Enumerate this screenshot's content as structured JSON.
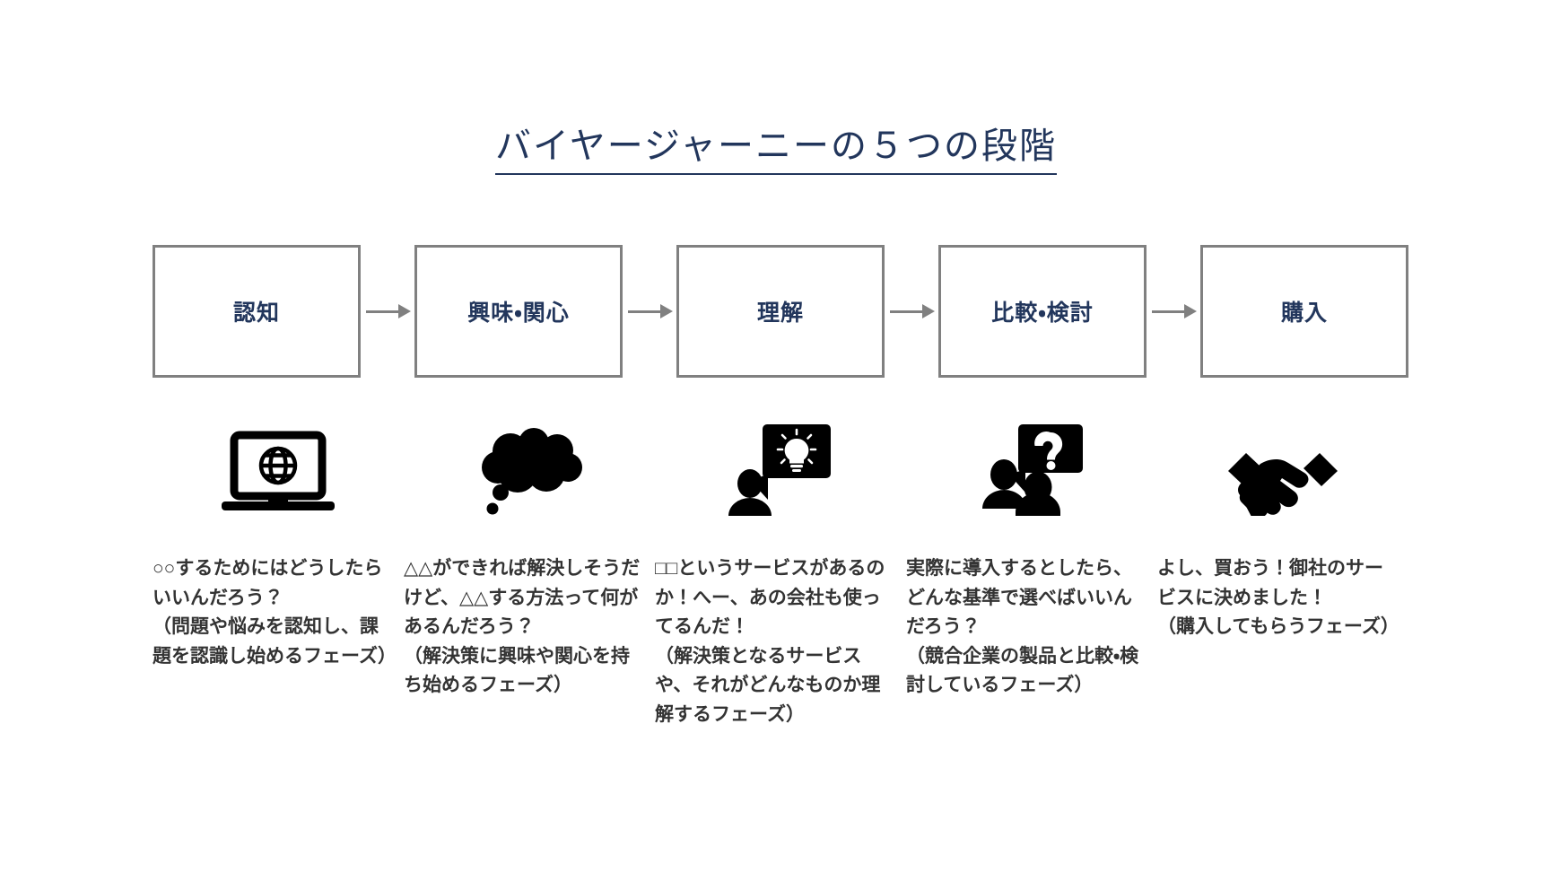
{
  "slide": {
    "title": "バイヤージャーニーの５つの段階",
    "background_color": "#ffffff",
    "title_color": "#22365c",
    "box_border_color": "#808080",
    "box_label_color": "#22365c",
    "caption_color": "#333333",
    "icon_color": "#000000"
  },
  "stages": [
    {
      "box_label": "認知",
      "icon": "laptop-globe-icon",
      "caption": "○○するためにはどうしたらいいんだろう？\n（問題や悩みを認知し、課題を認識し始めるフェーズ）"
    },
    {
      "box_label": "興味・関心",
      "icon": "thought-cloud-icon",
      "caption": "△△ができれば解決しそうだけど、△△する方法って何があるんだろう？\n（解決策に興味や関心を持ち始めるフェーズ）"
    },
    {
      "box_label": "理解",
      "icon": "person-lightbulb-bubble-icon",
      "caption": "□□というサービスがあるのか！へー、あの会社も使ってるんだ！\n（解決策となるサービスや、それがどんなものか理解するフェーズ）"
    },
    {
      "box_label": "比較・検討",
      "icon": "two-people-question-bubble-icon",
      "caption": "実際に導入するとしたら、どんな基準で選べばいいんだろう？\n（競合企業の製品と比較・検討しているフェーズ）"
    },
    {
      "box_label": "購入",
      "icon": "handshake-icon",
      "caption": "よし、買おう！御社のサービスに決めました！\n（購入してもらうフェーズ）"
    }
  ],
  "arrows": [
    {
      "name": "arrow-1",
      "direction": "right"
    },
    {
      "name": "arrow-2",
      "direction": "right"
    },
    {
      "name": "arrow-3",
      "direction": "right"
    },
    {
      "name": "arrow-4",
      "direction": "right"
    }
  ]
}
